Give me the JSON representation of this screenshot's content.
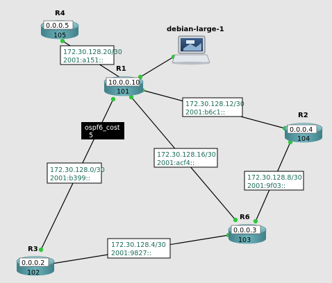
{
  "routers": {
    "r4": {
      "name": "R4",
      "id": "0.0.0.5",
      "num": "105"
    },
    "r1": {
      "name": "R1",
      "id": "10.0.0.10",
      "num": "101"
    },
    "r2": {
      "name": "R2",
      "id": "0.0.0.4",
      "num": "104"
    },
    "r6": {
      "name": "R6",
      "id": "0.0.0.3",
      "num": "103"
    },
    "r3": {
      "name": "R3",
      "id": "0.0.0.2",
      "num": "102"
    }
  },
  "host": {
    "name": "debian-large-1"
  },
  "links": {
    "r4_r1": {
      "subnet": "172.30.128.20/30",
      "ipv6": "2001:a151::"
    },
    "r1_r2": {
      "subnet": "172.30.128.12/30",
      "ipv6": "2001:b6c1::"
    },
    "r1_r6": {
      "subnet": "172.30.128.16/30",
      "ipv6": "2001:acf4::"
    },
    "r2_r6": {
      "subnet": "172.30.128.8/30",
      "ipv6": "2001:9f03::"
    },
    "r1_r3": {
      "subnet": "172.30.128.0/30",
      "ipv6": "2001:b399::"
    },
    "r3_r6": {
      "subnet": "172.30.128.4/30",
      "ipv6": "2001:9827::"
    }
  },
  "ospf_cost": {
    "label": "ospf6_cost",
    "value": "5"
  },
  "colors": {
    "background": "#e6e6e6",
    "router_body": "#5f9ea6",
    "link_text": "#1a6a57",
    "endpoint": "#2fc63a"
  }
}
